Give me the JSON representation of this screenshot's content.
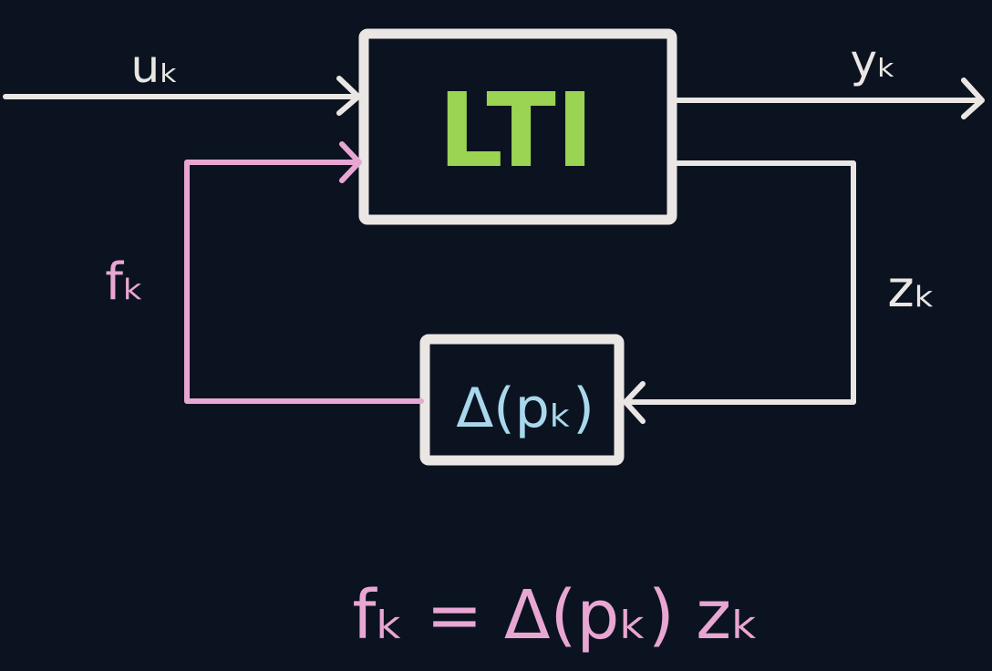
{
  "colors": {
    "background": "#0b1320",
    "main": "#e9e6e4",
    "pink": "#e8a6d3",
    "green": "#9bd352",
    "blue": "#a9d8ec"
  },
  "blocks": {
    "plant": {
      "label": "LTI"
    },
    "uncertainty": {
      "label": "Δ(pₖ)"
    }
  },
  "signals": {
    "input": "uₖ",
    "output": "yₖ",
    "performance": "zₖ",
    "feedback": "fₖ"
  },
  "equation": "fₖ = Δ(pₖ) zₖ"
}
